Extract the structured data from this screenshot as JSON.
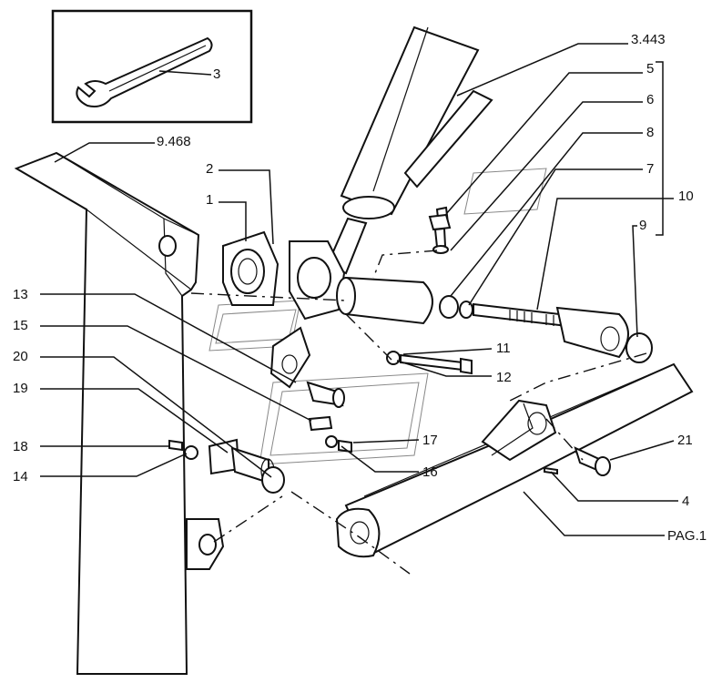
{
  "callouts": [
    {
      "id": "c-3443",
      "text": "3.443"
    },
    {
      "id": "c-5",
      "text": "5"
    },
    {
      "id": "c-6",
      "text": "6"
    },
    {
      "id": "c-8",
      "text": "8"
    },
    {
      "id": "c-7",
      "text": "7"
    },
    {
      "id": "c-10",
      "text": "10"
    },
    {
      "id": "c-9",
      "text": "9"
    },
    {
      "id": "c-3",
      "text": "3"
    },
    {
      "id": "c-9468",
      "text": "9.468"
    },
    {
      "id": "c-2",
      "text": "2"
    },
    {
      "id": "c-1",
      "text": "1"
    },
    {
      "id": "c-13",
      "text": "13"
    },
    {
      "id": "c-15",
      "text": "15"
    },
    {
      "id": "c-20",
      "text": "20"
    },
    {
      "id": "c-19",
      "text": "19"
    },
    {
      "id": "c-18",
      "text": "18"
    },
    {
      "id": "c-14",
      "text": "14"
    },
    {
      "id": "c-11",
      "text": "11"
    },
    {
      "id": "c-12",
      "text": "12"
    },
    {
      "id": "c-17",
      "text": "17"
    },
    {
      "id": "c-16",
      "text": "16"
    },
    {
      "id": "c-21",
      "text": "21"
    },
    {
      "id": "c-4",
      "text": "4"
    },
    {
      "id": "c-pag",
      "text": "PAG.1"
    }
  ]
}
